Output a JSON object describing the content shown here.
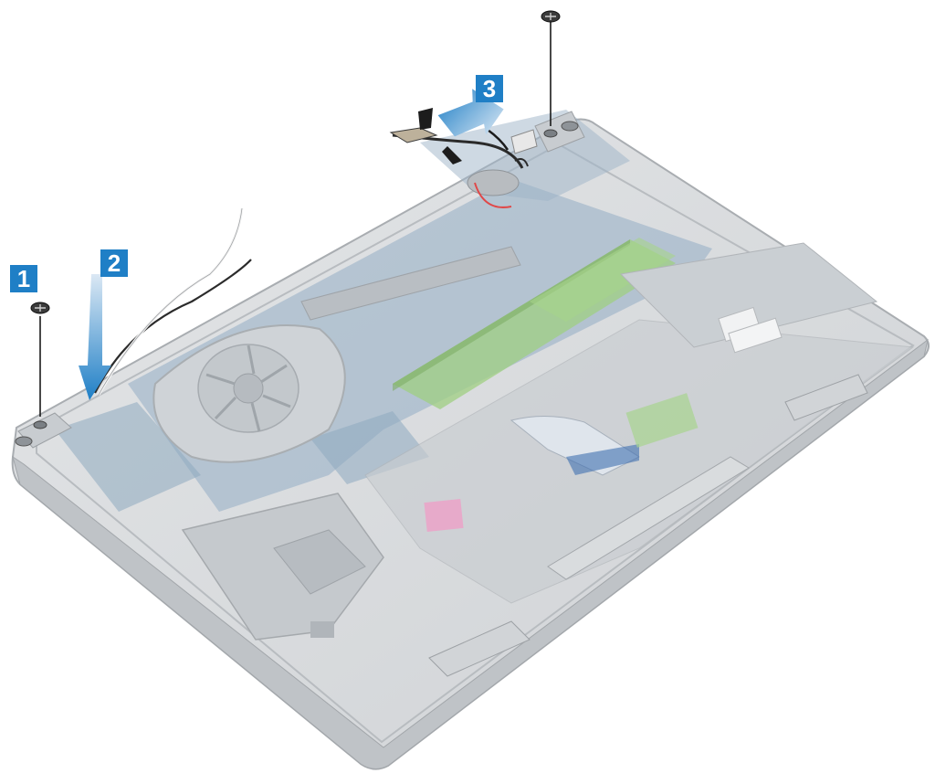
{
  "colors": {
    "accent": "#1f7fc6",
    "chassis": "#d7dadd",
    "board": "#7f9db7",
    "memory": "#8cc46a",
    "fan": "#c2c8cd",
    "label_pink": "#e4a3c4"
  },
  "callouts": [
    {
      "label": "1",
      "step": "remove-screw-left-hinge"
    },
    {
      "label": "2",
      "step": "release-wlan-antenna-cables"
    },
    {
      "label": "3",
      "step": "disconnect-display-cable"
    }
  ]
}
